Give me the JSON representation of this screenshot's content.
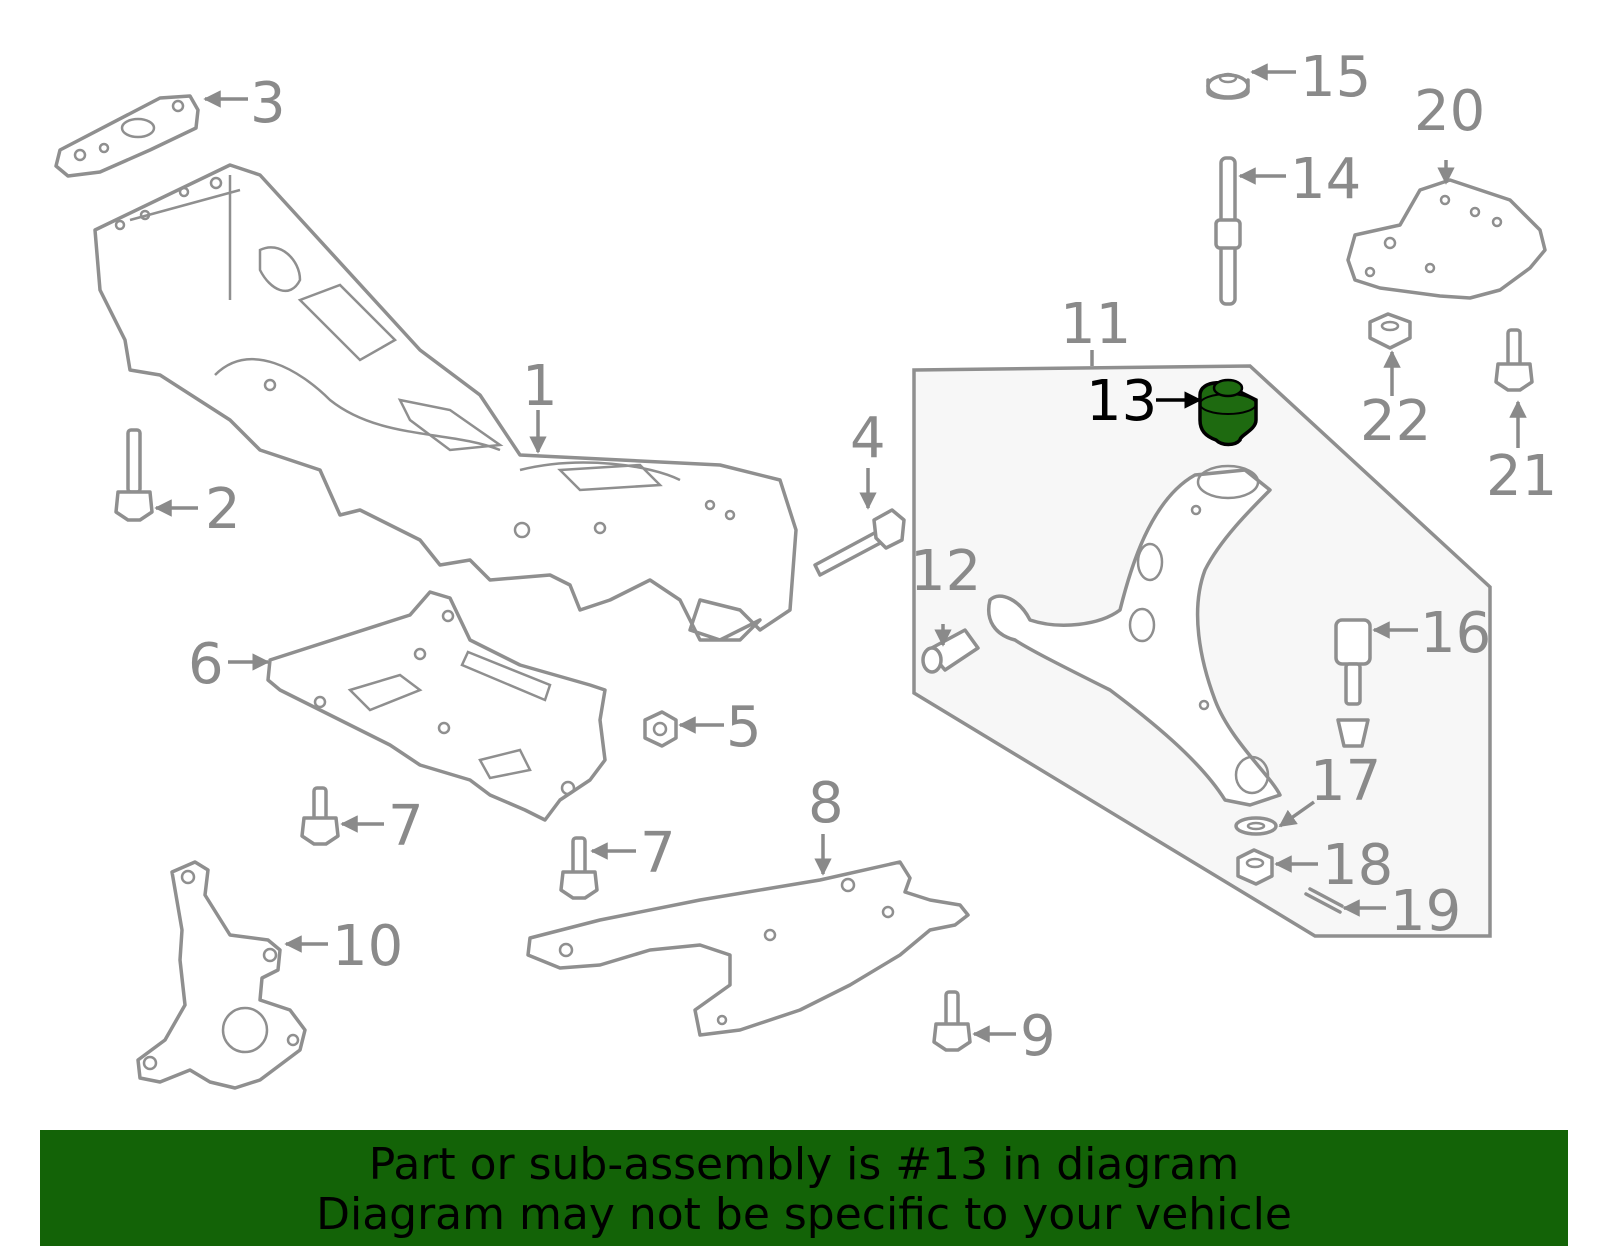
{
  "diagram": {
    "highlight_color": "#1e6a10",
    "banner_color": "#136307",
    "line_color": "#8f8f8f",
    "callouts": [
      "1",
      "2",
      "3",
      "4",
      "5",
      "6",
      "7",
      "7",
      "8",
      "9",
      "10",
      "11",
      "12",
      "13",
      "14",
      "15",
      "16",
      "17",
      "18",
      "19",
      "20",
      "21",
      "22"
    ],
    "highlighted_part": "13"
  },
  "banner": {
    "line1": "Part or sub-assembly is #13 in diagram",
    "line2": "Diagram may not be specific to your vehicle"
  }
}
